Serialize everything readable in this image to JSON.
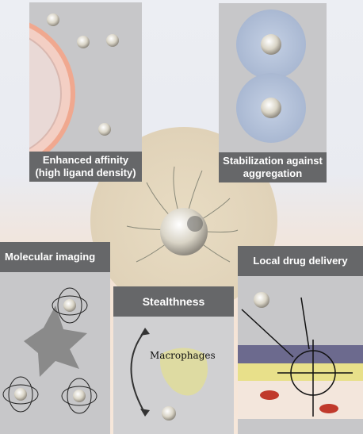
{
  "panels": {
    "affinity": {
      "label": "Enhanced affinity\n(high ligand density)"
    },
    "stabilization": {
      "label": "Stabilization against\naggregation"
    },
    "imaging": {
      "label": "Molecular  imaging"
    },
    "stealth": {
      "label": "Stealthness",
      "inner_label": "Macrophages"
    },
    "delivery": {
      "label": "Local drug delivery"
    }
  },
  "colors": {
    "panel_bg": "#c7c7c9",
    "label_bg": "#666769",
    "cell_red": "#c0392b",
    "tissue_yellow": "#e8e08a",
    "tissue_purple": "#6c6a8e"
  }
}
